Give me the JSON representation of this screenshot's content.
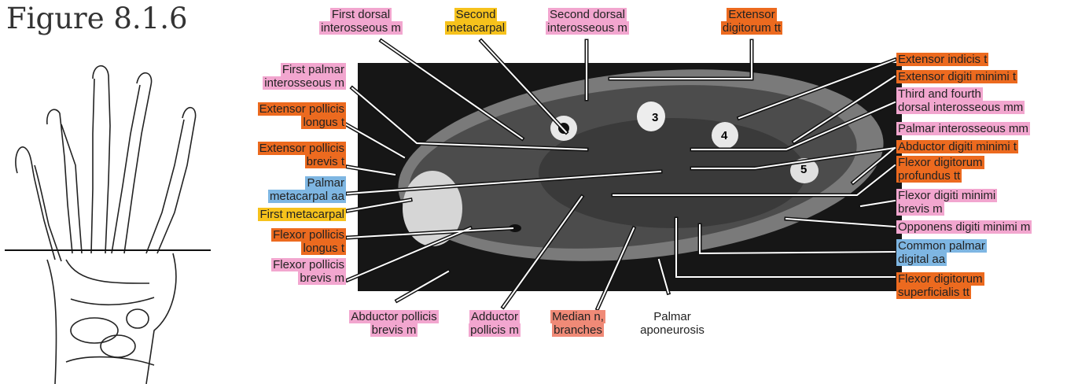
{
  "figure_title": "Figure 8.1.6",
  "colors": {
    "pink": "#f2a6cf",
    "orange": "#ec6a1f",
    "yellow": "#f6c21c",
    "blue": "#7eb6e2",
    "salmon": "#f08a77"
  },
  "numbers": [
    "3",
    "4",
    "5"
  ],
  "labels": {
    "first_dorsal": [
      "First dorsal",
      "interosseous m"
    ],
    "second_metacarpal": [
      "Second",
      "metacarpal"
    ],
    "second_dorsal": [
      "Second dorsal",
      "interosseous m"
    ],
    "extensor_digitorum": [
      "Extensor",
      "digitorum tt"
    ],
    "first_palmar": [
      "First palmar",
      "interosseous m"
    ],
    "epl": [
      "Extensor pollicis",
      "longus t"
    ],
    "epb": [
      "Extensor pollicis",
      "brevis t"
    ],
    "palmar_metacarpal": [
      "Palmar",
      "metacarpal aa"
    ],
    "first_metacarpal": [
      "First metacarpal"
    ],
    "fpl": [
      "Flexor pollicis",
      "longus t"
    ],
    "fpb": [
      "Flexor pollicis",
      "brevis m"
    ],
    "apb": [
      "Abductor pollicis",
      "brevis m"
    ],
    "adductor": [
      "Adductor",
      "pollicis m"
    ],
    "median": [
      "Median n,",
      "branches"
    ],
    "palmar_apo": [
      "Palmar",
      "aponeurosis"
    ],
    "ext_indicis": [
      "Extensor indicis t"
    ],
    "ext_digiti_minimi": [
      "Extensor digiti minimi t"
    ],
    "third_fourth": [
      "Third and fourth",
      "dorsal interosseous mm"
    ],
    "palmar_interossei": [
      "Palmar interosseous mm"
    ],
    "abd_dig_min": [
      "Abductor digiti minimi t"
    ],
    "fdp": [
      "Flexor digitorum",
      "profundus tt"
    ],
    "fdm": [
      "Flexor digiti minimi",
      "brevis m"
    ],
    "opponens": [
      "Opponens digiti minimi m"
    ],
    "common_palmar": [
      "Common palmar",
      "digital aa"
    ],
    "fds": [
      "Flexor digitorum",
      "superficialis tt"
    ]
  }
}
